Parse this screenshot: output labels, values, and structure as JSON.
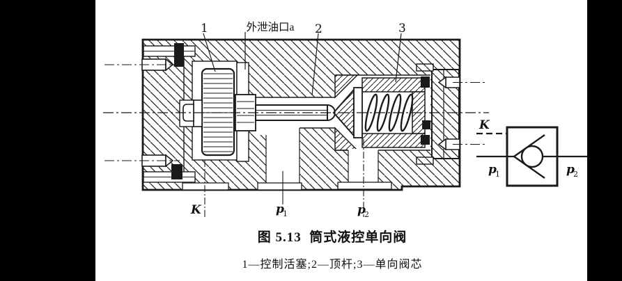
{
  "figure": {
    "callouts": {
      "c1": "1",
      "c2": "2",
      "c3": "3",
      "drain": "外泄油口a"
    },
    "ports": {
      "k": "K",
      "p": "p",
      "sub1": "1",
      "sub2": "2"
    }
  },
  "symbol": {
    "k": "K",
    "p": "p",
    "sub1": "1",
    "sub2": "2"
  },
  "caption": {
    "title": "图 5.13  筒式液控单向阀",
    "legend": "1—控制活塞;2—顶杆;3—单向阀芯"
  },
  "colors": {
    "ink": "#1a1a1a",
    "paper": "#ffffff",
    "margin_bars": "#000000"
  }
}
